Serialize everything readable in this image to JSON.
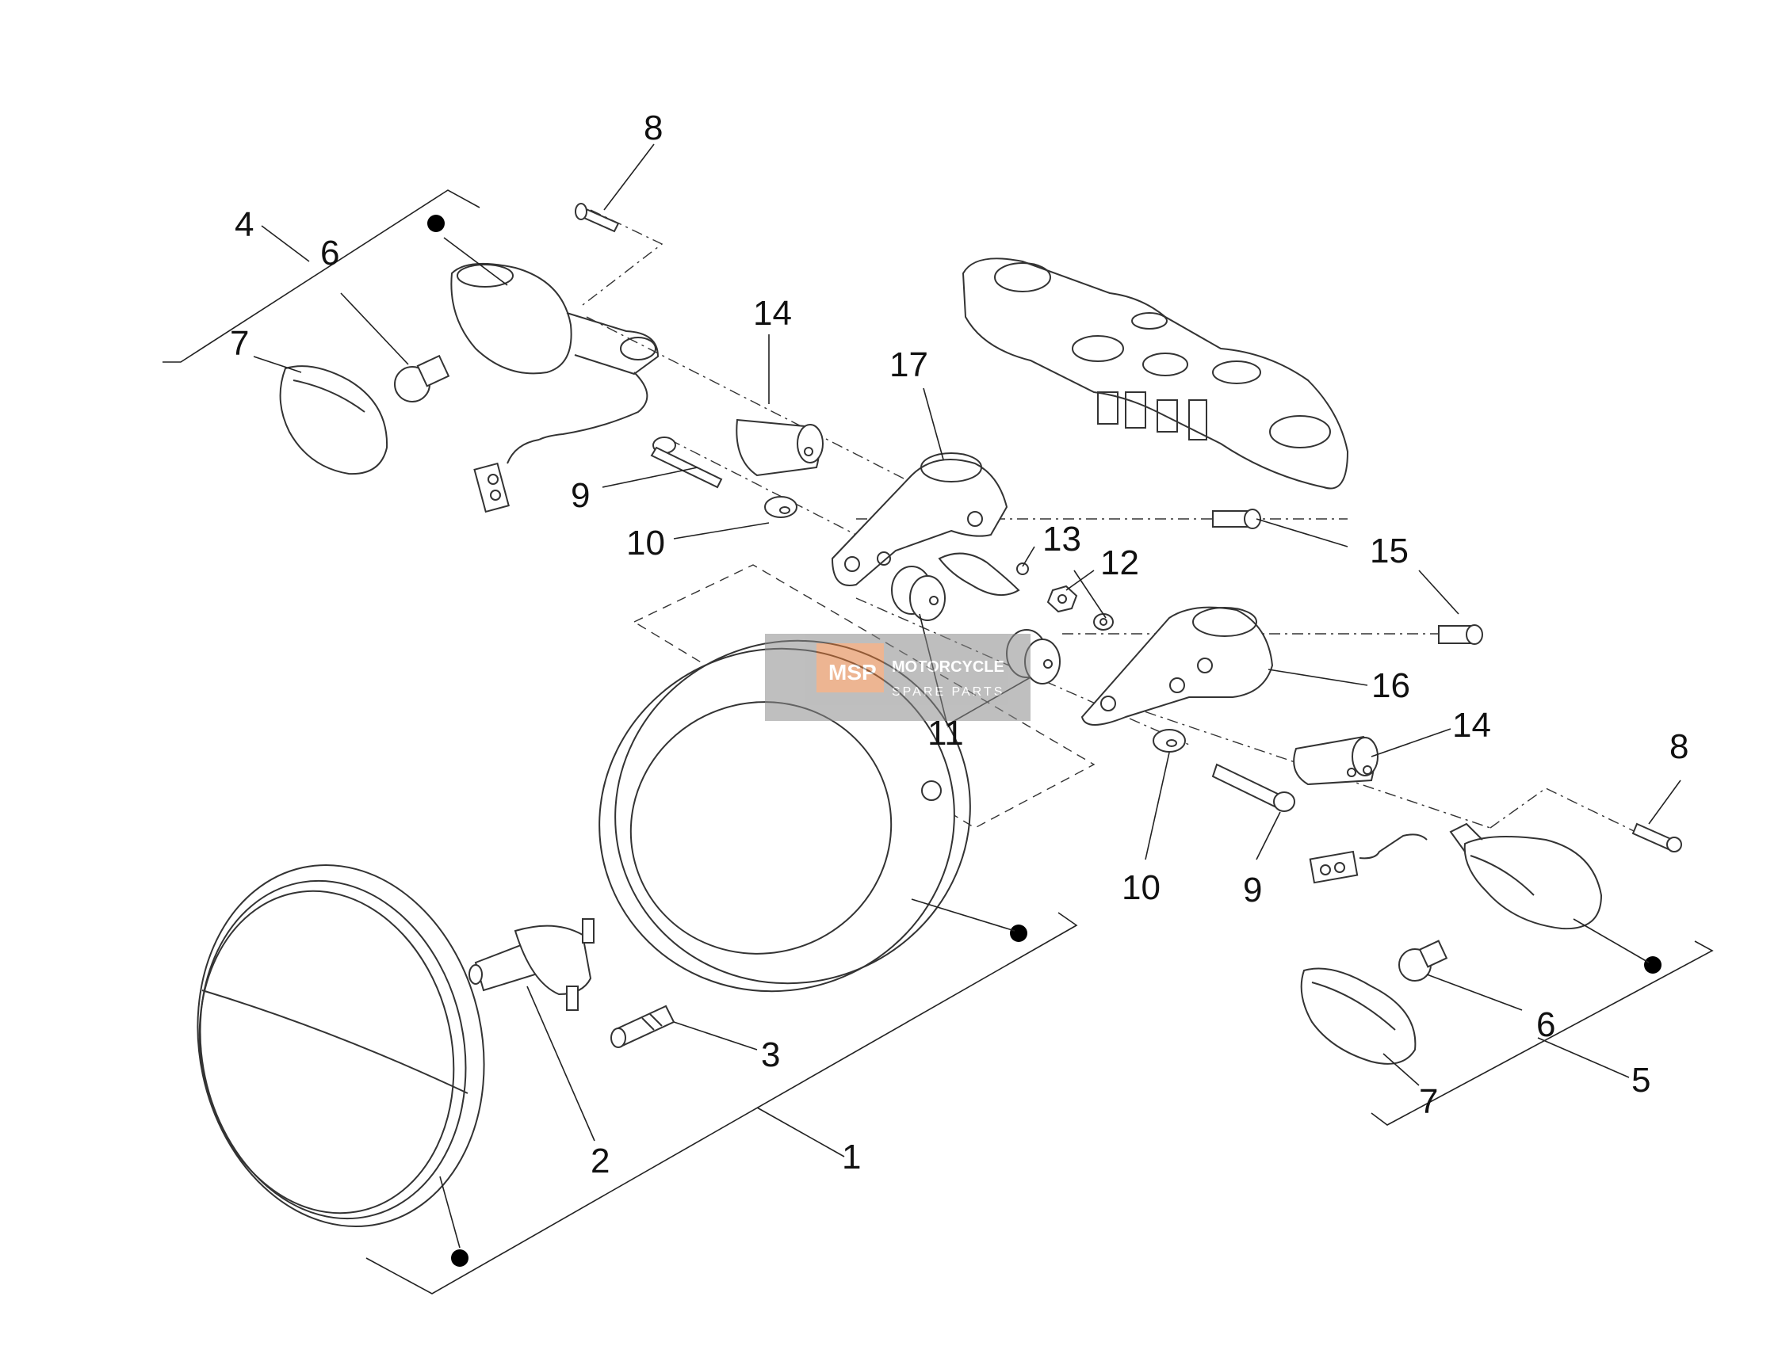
{
  "callouts": [
    {
      "id": "c8a",
      "text": "8"
    },
    {
      "id": "c4",
      "text": "4"
    },
    {
      "id": "c6a",
      "text": "6"
    },
    {
      "id": "c7a",
      "text": "7"
    },
    {
      "id": "c14a",
      "text": "14"
    },
    {
      "id": "c17",
      "text": "17"
    },
    {
      "id": "c9a",
      "text": "9"
    },
    {
      "id": "c10a",
      "text": "10"
    },
    {
      "id": "c13",
      "text": "13"
    },
    {
      "id": "c12",
      "text": "12"
    },
    {
      "id": "c15",
      "text": "15"
    },
    {
      "id": "c16",
      "text": "16"
    },
    {
      "id": "c11",
      "text": "11"
    },
    {
      "id": "c14b",
      "text": "14"
    },
    {
      "id": "c8b",
      "text": "8"
    },
    {
      "id": "c10b",
      "text": "10"
    },
    {
      "id": "c9b",
      "text": "9"
    },
    {
      "id": "c3",
      "text": "3"
    },
    {
      "id": "c2",
      "text": "2"
    },
    {
      "id": "c1",
      "text": "1"
    },
    {
      "id": "c6b",
      "text": "6"
    },
    {
      "id": "c7b",
      "text": "7"
    },
    {
      "id": "c5",
      "text": "5"
    }
  ],
  "watermark": {
    "logo": "MSP",
    "line1": "MOTORCYCLE",
    "line2": "SPARE PARTS"
  }
}
